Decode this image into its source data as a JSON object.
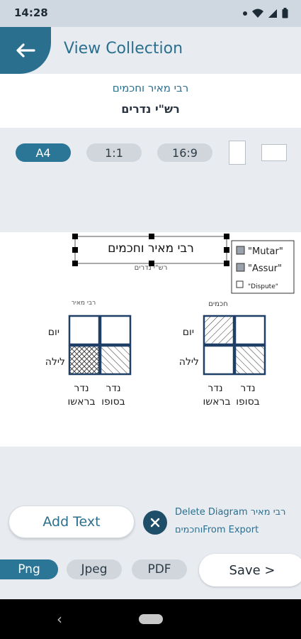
{
  "status": {
    "time": "14:28"
  },
  "header": {
    "title": "View Collection"
  },
  "collection": {
    "name": "רבי מאיר וחכמים",
    "subtitle": "רש\"י נדרים"
  },
  "aspect": {
    "options": [
      "A4",
      "1:1",
      "16:9"
    ],
    "selected": "A4"
  },
  "diagram": {
    "title": "רבי מאיר וחכמים",
    "subtitle": "רש\"י נדרים",
    "legend": [
      "\"Mutar\"",
      "\"Assur\"",
      "\"Dispute\""
    ],
    "left": {
      "caption": "רבי מאיר",
      "row_labels": [
        "יום",
        "לילה"
      ],
      "col_labels": [
        "נדר",
        "נדר"
      ],
      "col_labels2": [
        "בסופו",
        "בראשו"
      ],
      "cells": [
        "empty",
        "empty",
        "assur",
        "mutar"
      ]
    },
    "right": {
      "caption": "חכמים",
      "row_labels": [
        "יום",
        "לילה"
      ],
      "col_labels": [
        "נדר",
        "נדר"
      ],
      "col_labels2": [
        "בסופו",
        "בראשו"
      ],
      "cells": [
        "mutar",
        "empty",
        "empty",
        "mutar"
      ]
    }
  },
  "actions": {
    "add_text": "Add Text",
    "delete_line1": "Delete Diagram רבי מאיר",
    "delete_line2": "וחכמיםFrom Export"
  },
  "export": {
    "formats": [
      "Png",
      "Jpeg",
      "PDF"
    ],
    "selected": "Png",
    "save": "Save >"
  },
  "colors": {
    "accent": "#2b6f8e",
    "grid": "#1f3f66"
  }
}
